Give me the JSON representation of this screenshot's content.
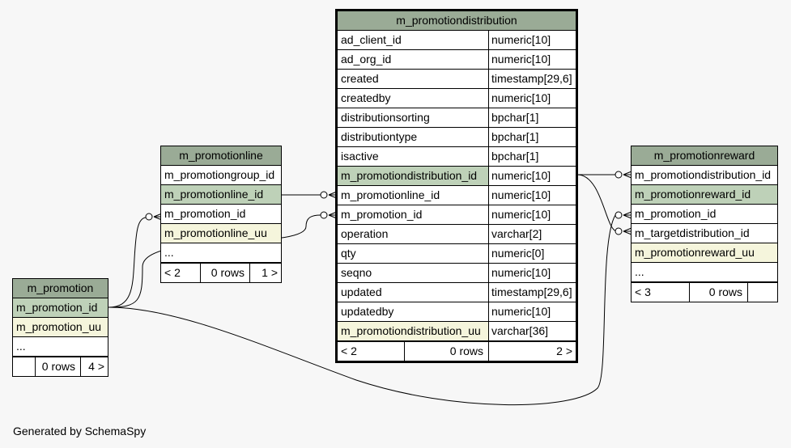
{
  "credit": "Generated by SchemaSpy",
  "tables": {
    "distribution": {
      "name": "m_promotiondistribution",
      "columns": [
        {
          "name": "ad_client_id",
          "type": "numeric[10]"
        },
        {
          "name": "ad_org_id",
          "type": "numeric[10]"
        },
        {
          "name": "created",
          "type": "timestamp[29,6]"
        },
        {
          "name": "createdby",
          "type": "numeric[10]"
        },
        {
          "name": "distributionsorting",
          "type": "bpchar[1]"
        },
        {
          "name": "distributiontype",
          "type": "bpchar[1]"
        },
        {
          "name": "isactive",
          "type": "bpchar[1]"
        },
        {
          "name": "m_promotiondistribution_id",
          "type": "numeric[10]"
        },
        {
          "name": "m_promotionline_id",
          "type": "numeric[10]"
        },
        {
          "name": "m_promotion_id",
          "type": "numeric[10]"
        },
        {
          "name": "operation",
          "type": "varchar[2]"
        },
        {
          "name": "qty",
          "type": "numeric[0]"
        },
        {
          "name": "seqno",
          "type": "numeric[10]"
        },
        {
          "name": "updated",
          "type": "timestamp[29,6]"
        },
        {
          "name": "updatedby",
          "type": "numeric[10]"
        },
        {
          "name": "m_promotiondistribution_uu",
          "type": "varchar[36]"
        }
      ],
      "footer": {
        "left": "< 2",
        "middle": "0 rows",
        "right": "2 >"
      }
    },
    "promotionline": {
      "name": "m_promotionline",
      "columns": [
        "m_promotiongroup_id",
        "m_promotionline_id",
        "m_promotion_id",
        "m_promotionline_uu",
        "..."
      ],
      "footer": {
        "left": "< 2",
        "middle": "0 rows",
        "right": "1 >"
      }
    },
    "promotion": {
      "name": "m_promotion",
      "columns": [
        "m_promotion_id",
        "m_promotion_uu",
        "..."
      ],
      "footer": {
        "left": "",
        "middle": "0 rows",
        "right": "4 >"
      }
    },
    "promotionreward": {
      "name": "m_promotionreward",
      "columns": [
        "m_promotiondistribution_id",
        "m_promotionreward_id",
        "m_promotion_id",
        "m_targetdistribution_id",
        "m_promotionreward_uu",
        "..."
      ],
      "footer": {
        "left": "< 3",
        "middle": "0 rows",
        "right": ""
      }
    }
  }
}
